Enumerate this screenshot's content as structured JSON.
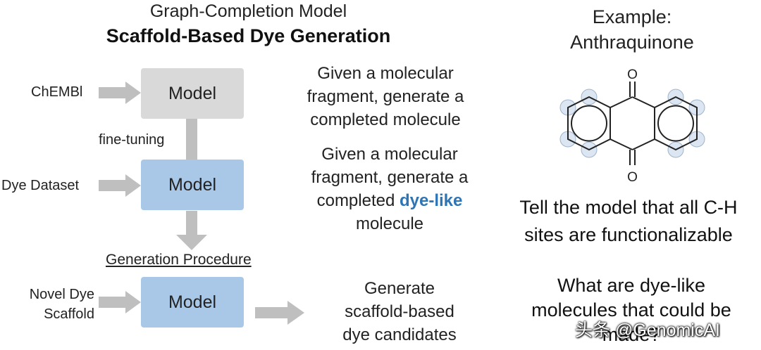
{
  "header": {
    "title": "Graph-Completion Model",
    "subtitle": "Scaffold-Based Dye Generation"
  },
  "left": {
    "input_chembl": "ChEMBl",
    "model_1": "Model",
    "fine_tuning": "fine-tuning",
    "input_dye": "Dye Dataset",
    "model_2": "Model",
    "generation_procedure": "Generation Procedure",
    "input_scaffold_line1": "Novel Dye",
    "input_scaffold_line2": "Scaffold",
    "model_3": "Model"
  },
  "middle": {
    "desc1": [
      "Given a molecular",
      "fragment, generate a",
      "completed molecule"
    ],
    "desc2_line1": "Given a molecular",
    "desc2_line2": "fragment, generate a",
    "desc2_line3_pre": "completed ",
    "desc2_line3_hl": "dye-like",
    "desc2_line4": "molecule",
    "desc3": [
      "Generate",
      "scaffold-based",
      "dye candidates"
    ]
  },
  "right": {
    "example_title": [
      "Example:",
      "Anthraquinone"
    ],
    "oxygen_top": "O",
    "oxygen_bottom": "O",
    "tell_text": [
      "Tell the model that all C-H",
      "sites are functionalizable"
    ],
    "question_text": [
      "What are dye-like",
      "molecules that could be",
      "made?"
    ]
  },
  "watermark": "头条 @GenomicAI",
  "colors": {
    "model_grey": "#d9d9d9",
    "model_blue": "#a9c8e8",
    "arrow_grey": "#bfbfbf",
    "highlight_blue": "#2e75b6",
    "site_circle": "#dce6f2"
  }
}
